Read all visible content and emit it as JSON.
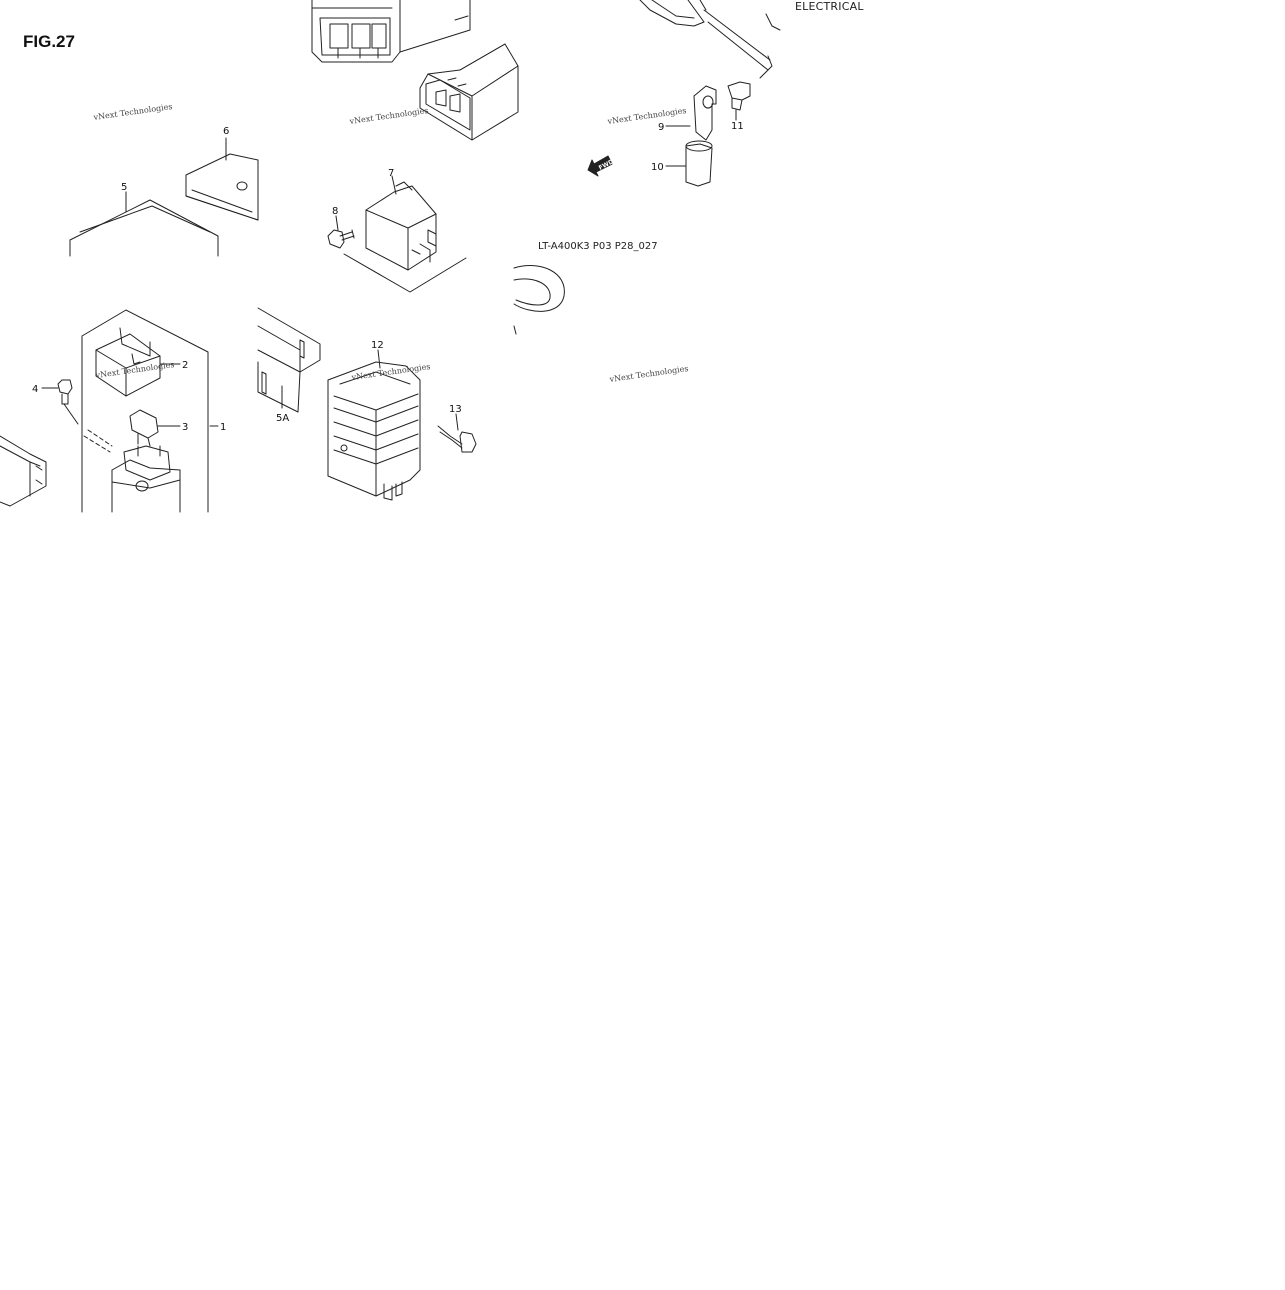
{
  "figure": {
    "title": "FIG.27",
    "section": "ELECTRICAL",
    "drawing_code": "LT-A400K3 P03 P28_027",
    "fwd_label": "FWD",
    "watermark": "vNext Technologies"
  },
  "callouts": {
    "p1": "1",
    "p2": "2",
    "p3": "3",
    "p4": "4",
    "p5": "5",
    "p5a": "5A",
    "p6": "6",
    "p7": "7",
    "p8": "8",
    "p9": "9",
    "p10": "10",
    "p11": "11",
    "p12": "12",
    "p13": "13"
  }
}
